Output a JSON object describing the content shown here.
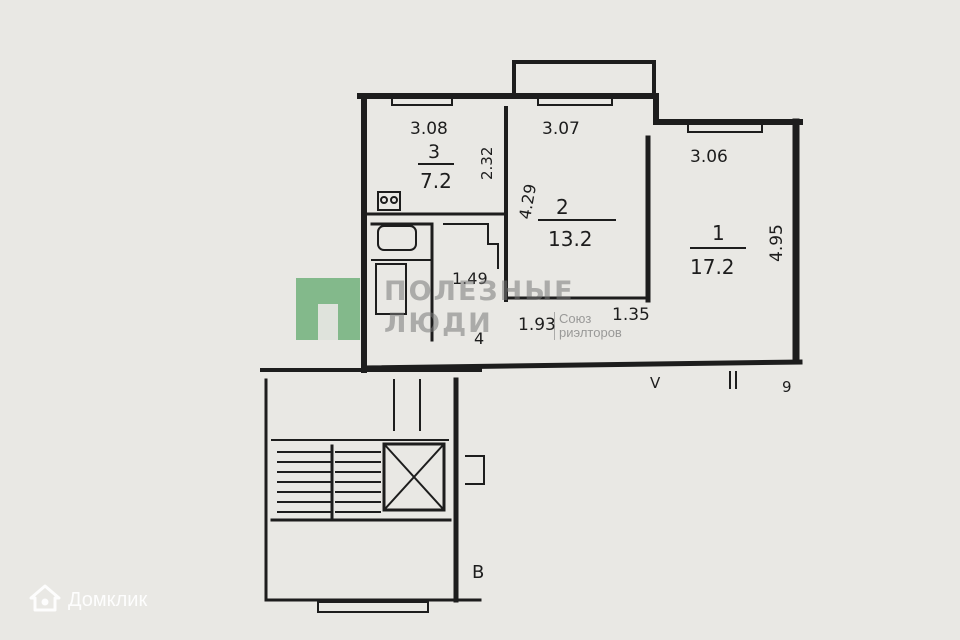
{
  "plan": {
    "rooms": [
      {
        "number": "1",
        "area": "17.2"
      },
      {
        "number": "2",
        "area": "13.2"
      },
      {
        "number": "3",
        "area": "7.2"
      }
    ],
    "dimensions": {
      "top_left": "3.08",
      "top_middle": "3.07",
      "top_right": "3.06",
      "room1_depth": "4.95",
      "room2_depth": "4.29",
      "room3_depth": "2.32",
      "hall_width": "1.49",
      "corridor_a": "1.93",
      "corridor_b": "1.35",
      "hall_depth": "4"
    },
    "marks": {
      "axis_v": "V",
      "axis_9": "9",
      "stair_label": "В"
    }
  },
  "watermark_logo": {
    "line1": "ПОЛЕЗНЫЕ",
    "line2": "ЛЮДИ",
    "sub1": "Союз",
    "sub2": "риэлторов"
  },
  "watermark_brand": {
    "text": "Домклик",
    "icon": "house-icon"
  },
  "colors": {
    "background": "#e9e8e4",
    "ink": "#1d1d1d",
    "logo_green": "#60aa6e"
  }
}
